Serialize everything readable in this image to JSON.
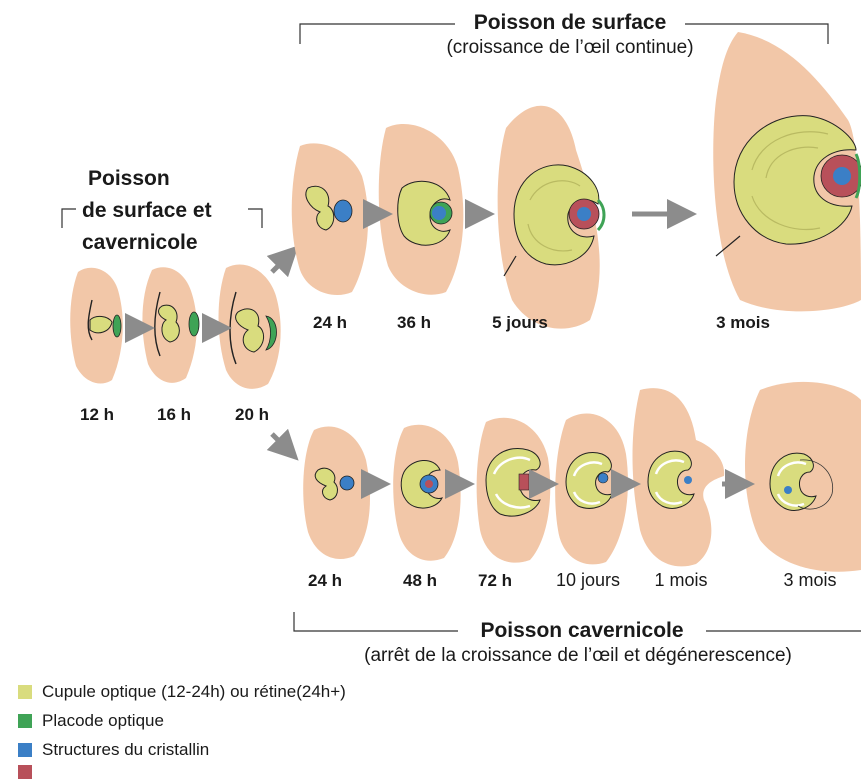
{
  "top_group": {
    "title": "Poisson de surface",
    "subtitle": "(croissance de l’œil continue)"
  },
  "left_group": {
    "line1": "Poisson",
    "line2": "de surface et",
    "line3": "cavernicole"
  },
  "bottom_group": {
    "title": "Poisson cavernicole",
    "subtitle": "(arrêt de la croissance de l’œil et dégénerescence)"
  },
  "shared_stages": [
    "12 h",
    "16 h",
    "20 h"
  ],
  "surface_stages": [
    "24 h",
    "36 h",
    "5 jours",
    "3 mois"
  ],
  "cave_stages": [
    "24 h",
    "48 h",
    "72 h",
    "10 jours",
    "1 mois",
    "3 mois"
  ],
  "legend": [
    {
      "label": "Cupule optique (12-24h) ou rétine(24h+)",
      "color": "#d9dc7e"
    },
    {
      "label": "Placode optique",
      "color": "#3fa356"
    },
    {
      "label": "Structures du cristallin",
      "color": "#3b7fc6"
    },
    {
      "label": "",
      "color": "#b8505a"
    }
  ],
  "colors": {
    "tissue": "#f2c7a8",
    "retina": "#d9dc7e",
    "placode": "#3fa356",
    "lens": "#3b7fc6",
    "lens_outer": "#b8505a",
    "arrow": "#8c8c8c"
  }
}
